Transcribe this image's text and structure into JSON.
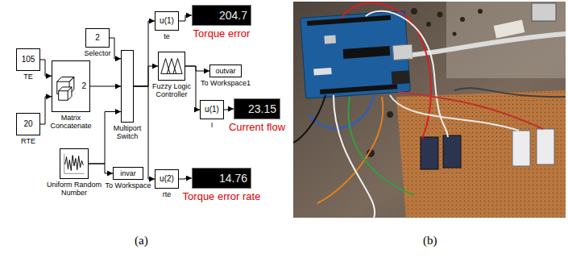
{
  "diagram": {
    "nodes": [
      {
        "text": [
          "105",
          "TE"
        ]
      },
      {
        "text": [
          "20",
          "RTE"
        ]
      },
      {
        "text": [
          "2",
          "Matrix Concatenate"
        ]
      },
      {
        "text": [
          "2",
          "Selector"
        ]
      },
      {
        "text": [
          "Multiport Switch"
        ]
      },
      {
        "text": [
          "Uniform Random Number"
        ]
      },
      {
        "text": [
          "invar",
          "To Workspace"
        ]
      },
      {
        "text": [
          "u(1)",
          "te"
        ]
      },
      {
        "text": [
          "204.7",
          "Torque error"
        ]
      },
      {
        "text": [
          "Fuzzy Logic Controller"
        ]
      },
      {
        "text": [
          "outvar",
          "To Workspace1"
        ]
      },
      {
        "text": [
          "u(1)",
          "I"
        ]
      },
      {
        "text": [
          "23.15",
          "Current flow"
        ]
      },
      {
        "text": [
          "u(2)",
          "rte"
        ]
      },
      {
        "text": [
          "14.76",
          "Torque error rate"
        ]
      }
    ],
    "edges": [
      {
        "from": 0,
        "to": 2,
        "arrow": "to"
      },
      {
        "from": 1,
        "to": 2,
        "arrow": "to"
      },
      {
        "from": 3,
        "to": 4,
        "arrow": "to"
      },
      {
        "from": 2,
        "to": 4,
        "arrow": "to"
      },
      {
        "from": 5,
        "to": 4,
        "arrow": "to"
      },
      {
        "from": 5,
        "to": 6,
        "arrow": "to"
      },
      {
        "from": 4,
        "to": 9,
        "arrow": "to"
      },
      {
        "from": 4,
        "to": 7,
        "arrow": "to"
      },
      {
        "from": 4,
        "to": 13,
        "arrow": "to"
      },
      {
        "from": 7,
        "to": 8,
        "arrow": "to"
      },
      {
        "from": 9,
        "to": 10,
        "arrow": "to"
      },
      {
        "from": 9,
        "to": 11,
        "arrow": "to"
      },
      {
        "from": 11,
        "to": 12,
        "arrow": "to"
      },
      {
        "from": 13,
        "to": 14,
        "arrow": "to"
      }
    ],
    "labels": [
      "(a)",
      "(b)"
    ]
  }
}
